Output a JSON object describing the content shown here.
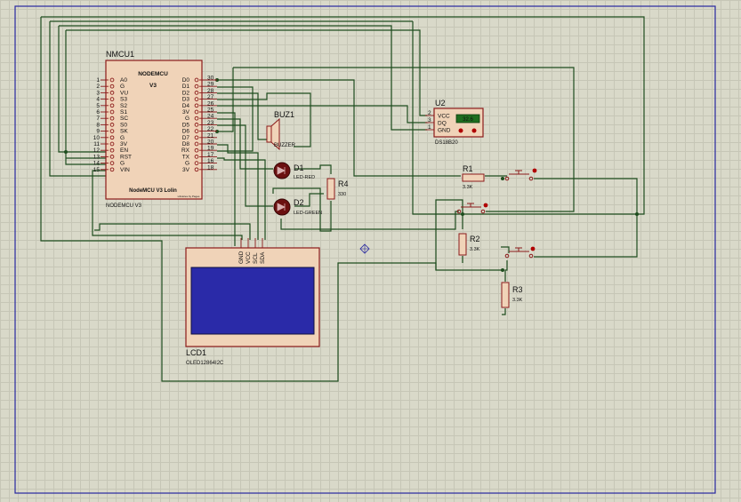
{
  "colors": {
    "wire": "#1e4d1e",
    "component_border": "#8b1a1a",
    "component_fill": "#f0d3b8",
    "sheet_border": "#2828a0",
    "lcd_screen": "#2a2aa8"
  },
  "nodemcu": {
    "ref": "NMCU1",
    "title1": "NODEMCU",
    "title2": "V3",
    "footer": "NodeMCU V3 Lolin",
    "tiny": "Libraries by Pages",
    "value": "NODEMCU V3",
    "left_pins": [
      {
        "num": "1",
        "name": "A0"
      },
      {
        "num": "2",
        "name": "G"
      },
      {
        "num": "3",
        "name": "VU"
      },
      {
        "num": "4",
        "name": "S3"
      },
      {
        "num": "5",
        "name": "S2"
      },
      {
        "num": "6",
        "name": "S1"
      },
      {
        "num": "7",
        "name": "SC"
      },
      {
        "num": "8",
        "name": "S0"
      },
      {
        "num": "9",
        "name": "SK"
      },
      {
        "num": "10",
        "name": "G"
      },
      {
        "num": "11",
        "name": "3V"
      },
      {
        "num": "12",
        "name": "EN"
      },
      {
        "num": "13",
        "name": "RST"
      },
      {
        "num": "14",
        "name": "G"
      },
      {
        "num": "15",
        "name": "VIN"
      }
    ],
    "right_pins": [
      {
        "num": "30",
        "name": "D0"
      },
      {
        "num": "29",
        "name": "D1"
      },
      {
        "num": "28",
        "name": "D2"
      },
      {
        "num": "27",
        "name": "D3"
      },
      {
        "num": "26",
        "name": "D4"
      },
      {
        "num": "25",
        "name": "3V"
      },
      {
        "num": "24",
        "name": "G"
      },
      {
        "num": "23",
        "name": "D5"
      },
      {
        "num": "22",
        "name": "D6"
      },
      {
        "num": "21",
        "name": "D7"
      },
      {
        "num": "20",
        "name": "D8"
      },
      {
        "num": "19",
        "name": "RX"
      },
      {
        "num": "17",
        "name": "TX"
      },
      {
        "num": "16",
        "name": "G"
      },
      {
        "num": "18",
        "name": "3V"
      }
    ]
  },
  "u2": {
    "ref": "U2",
    "value": "DS18B20",
    "pins": [
      {
        "num": "2",
        "name": "VCC"
      },
      {
        "num": "3",
        "name": "DQ"
      },
      {
        "num": "1",
        "name": "GND"
      }
    ],
    "display": "32.6"
  },
  "buzzer": {
    "ref": "BUZ1",
    "value": "BUZZER"
  },
  "d1": {
    "ref": "D1",
    "value": "LED-RED"
  },
  "d2": {
    "ref": "D2",
    "value": "LED-GREEN"
  },
  "r1": {
    "ref": "R1",
    "value": "3.3K"
  },
  "r2": {
    "ref": "R2",
    "value": "3.3K"
  },
  "r3": {
    "ref": "R3",
    "value": "3.3K"
  },
  "r4": {
    "ref": "R4",
    "value": "330"
  },
  "lcd": {
    "ref": "LCD1",
    "value": "OLED12864I2C",
    "pins": [
      "GND",
      "VCC",
      "SCL",
      "SDA"
    ]
  }
}
